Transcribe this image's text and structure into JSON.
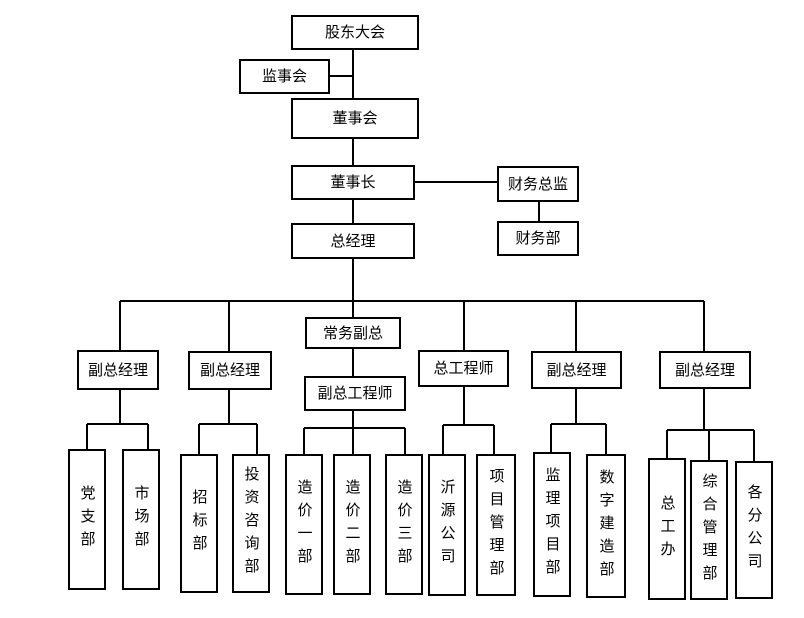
{
  "top": {
    "shareholders": "股东大会",
    "supervisors": "监事会",
    "board": "董事会",
    "chairman": "董事长",
    "cfo": "财务总监",
    "finance_dept": "财务部",
    "gm": "总经理"
  },
  "middle": {
    "executive_vp": "常务副总",
    "deputy_chief_engineer": "副总工程师",
    "vgm_1": "副总经理",
    "vgm_2": "副总经理",
    "chief_engineer": "总工程师",
    "vgm_4": "副总经理",
    "vgm_5": "副总经理"
  },
  "departments": [
    "党支部",
    "市场部",
    "招标部",
    "投资咨询部",
    "造价一部",
    "造价二部",
    "造价三部",
    "沂源公司",
    "项目管理部",
    "监理项目部",
    "数字建造部",
    "总工办",
    "综合管理部",
    "各分公司"
  ]
}
